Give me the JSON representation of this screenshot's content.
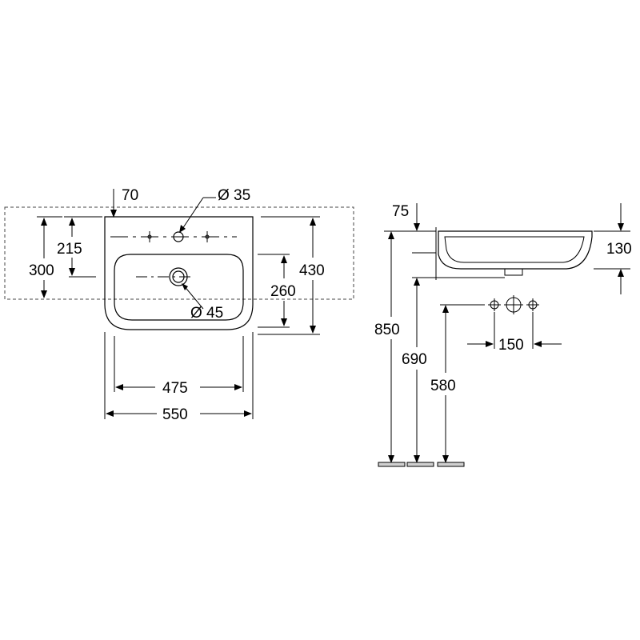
{
  "front_view": {
    "dimensions": {
      "hole_offset": "70",
      "tap_hole_diameter": "Ø 35",
      "waste_diameter": "Ø 45",
      "depth_to_taphole": "215",
      "depth_to_waste": "300",
      "inner_depth": "260",
      "overall_depth": "430",
      "inner_width": "475",
      "overall_width": "550"
    }
  },
  "side_view": {
    "dimensions": {
      "rim_offset": "75",
      "bowl_height": "130",
      "rim_height": "850",
      "waste_height": "690",
      "supply_height": "580",
      "supply_spacing": "150"
    }
  }
}
